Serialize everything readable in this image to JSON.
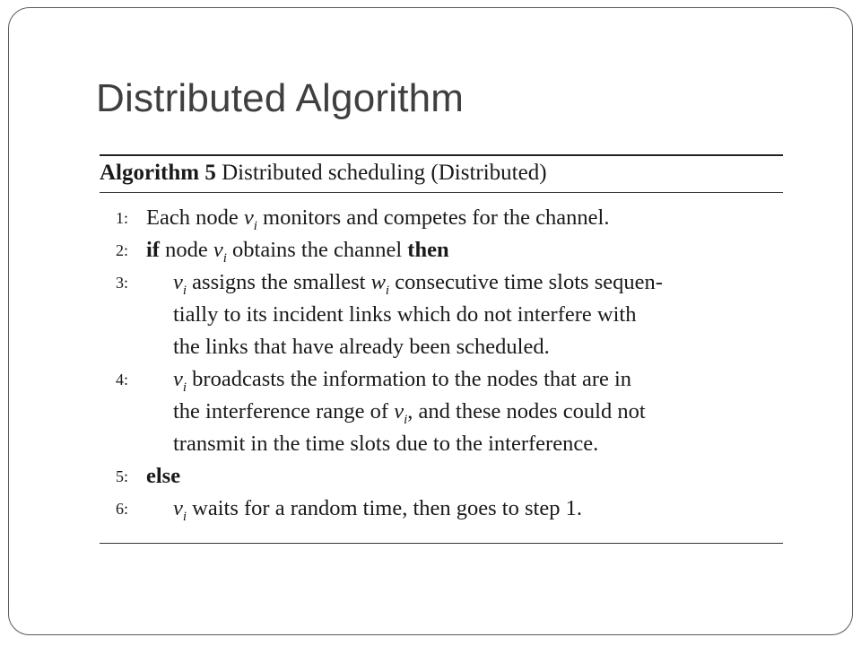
{
  "slide": {
    "title": "Distributed Algorithm"
  },
  "algorithm": {
    "label": "Algorithm 5",
    "caption": "Distributed scheduling (Distributed)",
    "lines": [
      {
        "num": "1:",
        "text": "Each node v_i monitors and competes for the channel."
      },
      {
        "num": "2:",
        "text": "if node v_i obtains the channel then"
      },
      {
        "num": "3:",
        "text": "v_i assigns the smallest w_i consecutive time slots sequentially to its incident links which do not interfere with the links that have already been scheduled."
      },
      {
        "num": "4:",
        "text": "v_i broadcasts the information to the nodes that are in the interference range of v_i, and these nodes could not transmit in the time slots due to the interference."
      },
      {
        "num": "5:",
        "text": "else"
      },
      {
        "num": "6:",
        "text": "v_i waits for a random time, then goes to step 1."
      }
    ],
    "tokens": {
      "if": "if",
      "then": "then",
      "else": "else",
      "v": "v",
      "w": "w",
      "i": "i"
    },
    "fragments": {
      "l1_a": "Each node",
      "l1_b": "monitors and competes for the channel.",
      "l2_a": "node",
      "l2_b": "obtains the channel",
      "l3_a": "assigns the smallest",
      "l3_b": "consecutive time slots sequen-",
      "l3_c": "tially to its incident links which do not interfere with",
      "l3_d": "the links that have already been scheduled.",
      "l4_a": "broadcasts the information to the nodes that are in",
      "l4_b": "the interference range of",
      "l4_c": ", and these nodes could not",
      "l4_d": "transmit in the time slots due to the interference.",
      "l6_a": "waits for a random time, then goes to step 1."
    }
  }
}
